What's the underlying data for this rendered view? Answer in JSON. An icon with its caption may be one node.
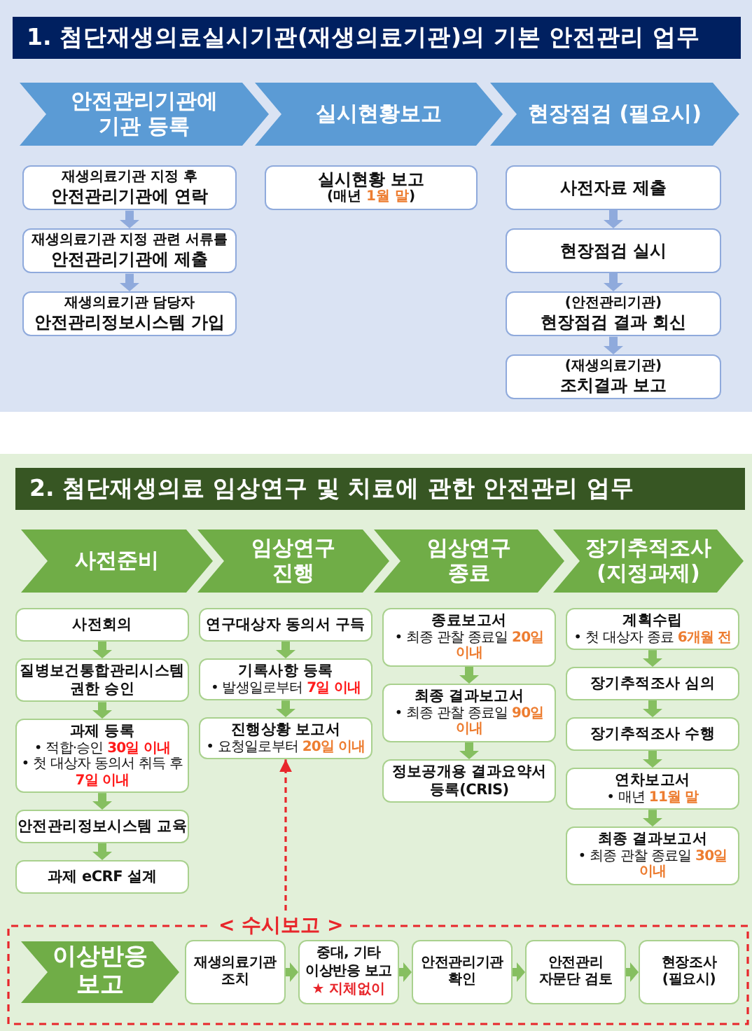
{
  "diagram": {
    "nodes": [
      {
        "text": [
          "1. 첨단재생의료실시기관(재생의료기관)의 기본 안전관리 업무"
        ]
      },
      {
        "text": [
          "안전관리기관에 기관 등록"
        ]
      },
      {
        "text": [
          "실시현황보고"
        ]
      },
      {
        "text": [
          "현장점검 (필요시)"
        ]
      },
      {
        "text": [
          "재생의료기관 지정 후",
          "안전관리기관에 연락"
        ]
      },
      {
        "text": [
          "재생의료기관 지정 관련 서류를",
          "안전관리기관에 제출"
        ]
      },
      {
        "text": [
          "재생의료기관 담당자",
          "안전관리정보시스템 가입"
        ]
      },
      {
        "text": [
          "실시현황 보고",
          "(매년 **1월 말**)"
        ]
      },
      {
        "text": [
          "사전자료 제출"
        ]
      },
      {
        "text": [
          "현장점검 실시"
        ]
      },
      {
        "text": [
          "(안전관리기관)",
          "현장점검 결과 회신"
        ]
      },
      {
        "text": [
          "(재생의료기관)",
          "조치결과 보고"
        ]
      },
      {
        "text": [
          "2. 첨단재생의료 임상연구 및 치료에 관한 안전관리 업무"
        ]
      },
      {
        "text": [
          "사전준비"
        ]
      },
      {
        "text": [
          "임상연구 진행"
        ]
      },
      {
        "text": [
          "임상연구 종료"
        ]
      },
      {
        "text": [
          "장기추적조사 (지정과제)"
        ]
      },
      {
        "text": [
          "사전회의"
        ]
      },
      {
        "text": [
          "질병보건통합관리시스템 권한 승인"
        ]
      },
      {
        "text": [
          "과제 등록",
          "• 적합·승인 **30일 이내**",
          "• 첫 대상자 동의서 취득 후 **7일 이내**"
        ]
      },
      {
        "text": [
          "안전관리정보시스템 교육"
        ]
      },
      {
        "text": [
          "과제 eCRF 설계"
        ]
      },
      {
        "text": [
          "연구대상자 동의서 구득"
        ]
      },
      {
        "text": [
          "기록사항 등록",
          "• 발생일로부터 **7일 이내**"
        ]
      },
      {
        "text": [
          "진행상황 보고서",
          "• 요청일로부터 **20일 이내**"
        ]
      },
      {
        "text": [
          "종료보고서",
          "• 최종 관찰 종료일 **20일 이내**"
        ]
      },
      {
        "text": [
          "최종 결과보고서",
          "• 최종 관찰 종료일 **90일 이내**"
        ]
      },
      {
        "text": [
          "정보공개용 결과요약서 등록(CRIS)"
        ]
      },
      {
        "text": [
          "계획수립",
          "• 첫 대상자 종료 **6개월 전**"
        ]
      },
      {
        "text": [
          "장기추적조사 심의"
        ]
      },
      {
        "text": [
          "장기추적조사 수행"
        ]
      },
      {
        "text": [
          "연차보고서",
          "• 매년 **11월 말**"
        ]
      },
      {
        "text": [
          "최종 결과보고서",
          "• 최종 관찰 종료일 **30일 이내**"
        ]
      },
      {
        "text": [
          "< 수시보고 >"
        ]
      },
      {
        "text": [
          "이상반응 보고"
        ],
        "in": 33
      },
      {
        "text": [
          "재생의료기관 조치"
        ],
        "in": 33
      },
      {
        "text": [
          "중대, 기타 이상반응 보고",
          "★ 지체없이"
        ],
        "in": 33
      },
      {
        "text": [
          "안전관리기관 확인"
        ],
        "in": 33
      },
      {
        "text": [
          "안전관리 자문단 검토"
        ],
        "in": 33
      },
      {
        "text": [
          "현장조사 (필요시)"
        ],
        "in": 33
      }
    ],
    "edges": [
      {
        "from": 4,
        "to": 5,
        "arrow": "to",
        "color": "#8faadc"
      },
      {
        "from": 5,
        "to": 6,
        "arrow": "to",
        "color": "#8faadc"
      },
      {
        "from": 8,
        "to": 9,
        "arrow": "to",
        "color": "#8faadc"
      },
      {
        "from": 9,
        "to": 10,
        "arrow": "to",
        "color": "#8faadc"
      },
      {
        "from": 10,
        "to": 11,
        "arrow": "to",
        "color": "#8faadc"
      },
      {
        "from": 17,
        "to": 18,
        "arrow": "to"
      },
      {
        "from": 18,
        "to": 19,
        "arrow": "to"
      },
      {
        "from": 19,
        "to": 20,
        "arrow": "to"
      },
      {
        "from": 20,
        "to": 21,
        "arrow": "to"
      },
      {
        "from": 22,
        "to": 23,
        "arrow": "to"
      },
      {
        "from": 23,
        "to": 24,
        "arrow": "to"
      },
      {
        "from": 25,
        "to": 26,
        "arrow": "to"
      },
      {
        "from": 26,
        "to": 27,
        "arrow": "to"
      },
      {
        "from": 28,
        "to": 29,
        "arrow": "to"
      },
      {
        "from": 29,
        "to": 30,
        "arrow": "to"
      },
      {
        "from": 30,
        "to": 31,
        "arrow": "to"
      },
      {
        "from": 31,
        "to": 32,
        "arrow": "to"
      },
      {
        "from": 33,
        "to": 24,
        "arrow": "to",
        "style": "dashed",
        "color": "#e8262b"
      },
      {
        "from": 35,
        "to": 36,
        "arrow": "to"
      },
      {
        "from": 36,
        "to": 37,
        "arrow": "to"
      },
      {
        "from": 37,
        "to": 38,
        "arrow": "to"
      },
      {
        "from": 38,
        "to": 39,
        "arrow": "to"
      }
    ]
  }
}
